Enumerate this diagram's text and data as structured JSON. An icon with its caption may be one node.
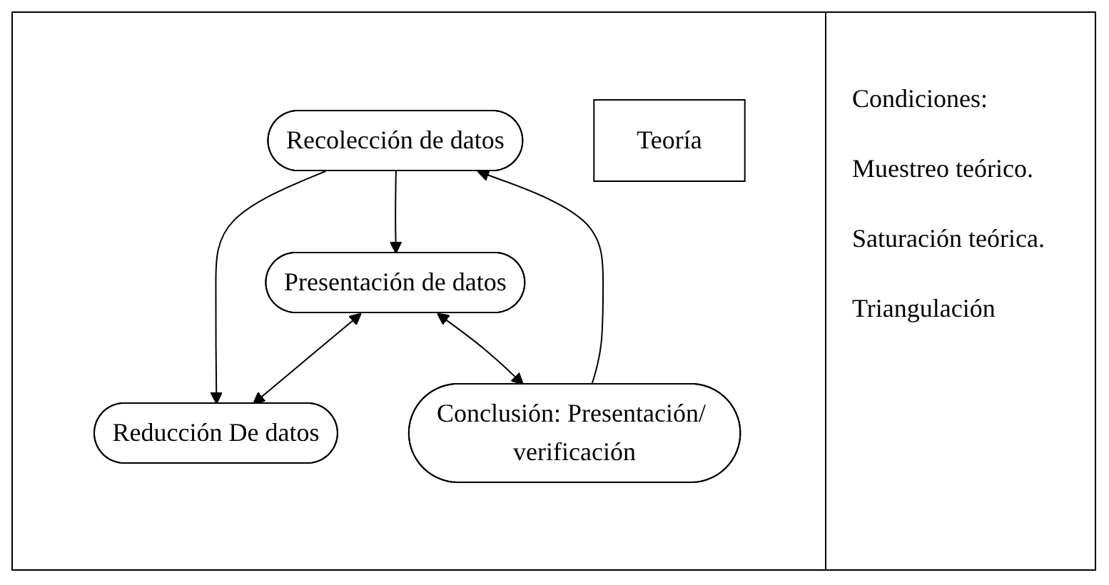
{
  "diagram": {
    "nodes": [
      {
        "text": [
          "Recolección de datos"
        ]
      },
      {
        "text": [
          "Presentación de datos"
        ]
      },
      {
        "text": [
          "Teoría"
        ]
      },
      {
        "text": [
          "Reducción De datos"
        ]
      },
      {
        "text": [
          "Conclusión: Presentación/ verificación"
        ]
      }
    ],
    "edges": [
      {
        "from": 0,
        "to": 1,
        "arrow": "to"
      },
      {
        "from": 0,
        "to": 3,
        "arrow": "to"
      },
      {
        "from": 1,
        "to": 3,
        "arrow": "both"
      },
      {
        "from": 1,
        "to": 4,
        "arrow": "both"
      },
      {
        "from": 4,
        "to": 0,
        "arrow": "to"
      }
    ],
    "labels": [
      "Condiciones:",
      "Muestreo teórico.",
      "Saturación teórica.",
      "Triangulación"
    ]
  }
}
